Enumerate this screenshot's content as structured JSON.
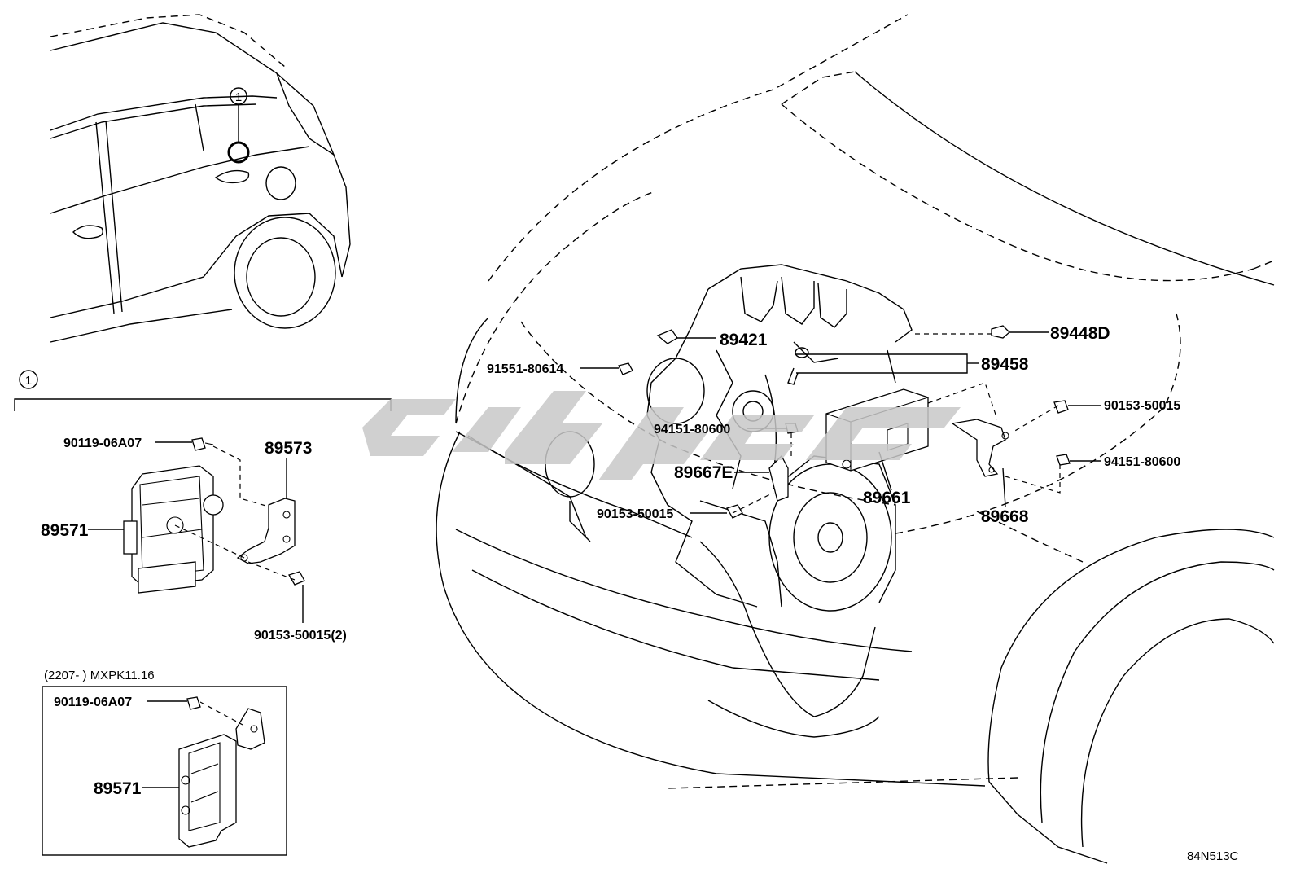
{
  "diagram_code": "84N513C",
  "callout": {
    "number": "1"
  },
  "inset_title": "(2207-      ) MXPK11.16",
  "watermark_color": "#c8c8c8",
  "labels": {
    "p89421": "89421",
    "p89448D": "89448D",
    "p89458": "89458",
    "p91551_80614": "91551-80614",
    "p94151_80600_a": "94151-80600",
    "p89667E": "89667E",
    "p90153_50015_a": "90153-50015",
    "p89661": "89661",
    "p89668": "89668",
    "p90153_50015_b": "90153-50015",
    "p94151_80600_b": "94151-80600",
    "p90119_06A07_a": "90119-06A07",
    "p89573": "89573",
    "p89571_a": "89571",
    "p90153_50015_2": "90153-50015(2)",
    "p90119_06A07_b": "90119-06A07",
    "p89571_b": "89571"
  }
}
